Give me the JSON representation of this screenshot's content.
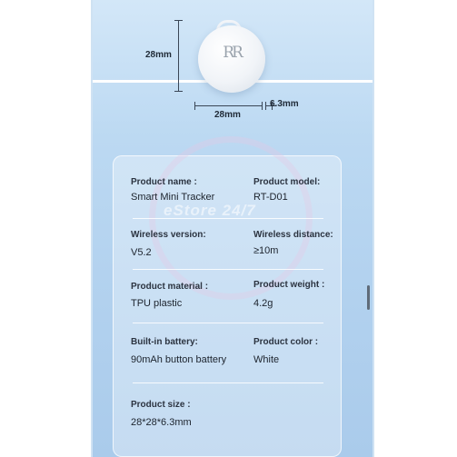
{
  "dimensions": {
    "height_label": "28mm",
    "width_label": "28mm",
    "thickness_label": "6.3mm"
  },
  "device": {
    "logo_text": "RR"
  },
  "watermark": {
    "text": "eStore 24/7"
  },
  "specs": [
    {
      "label": "Product name :",
      "value": "Smart Mini Tracker"
    },
    {
      "label": "Product model:",
      "value": "RT-D01"
    },
    {
      "label": "Wireless version:",
      "value": "V5.2"
    },
    {
      "label": "Wireless distance:",
      "value": "≥10m"
    },
    {
      "label": "Product material :",
      "value": "TPU plastic"
    },
    {
      "label": "Product weight :",
      "value": "4.2g"
    },
    {
      "label": "Built-in battery:",
      "value": "90mAh button battery"
    },
    {
      "label": "Product color :",
      "value": "White"
    },
    {
      "label": "Product size :",
      "value": "28*28*6.3mm"
    }
  ]
}
